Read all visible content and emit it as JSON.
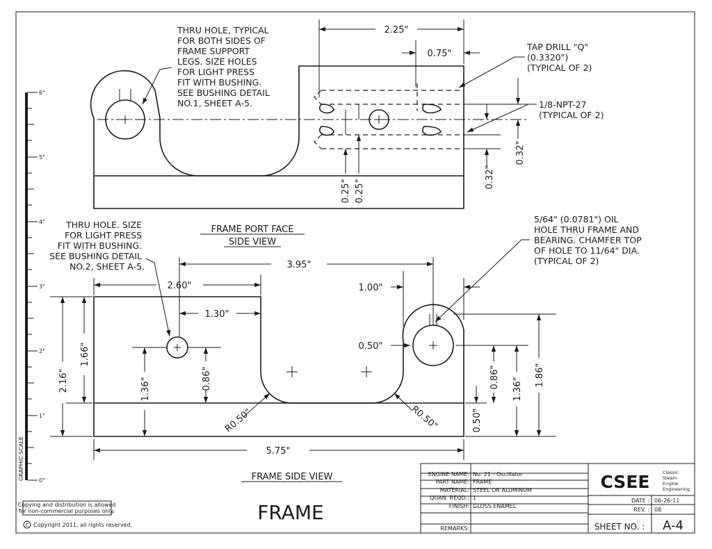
{
  "top_view": {
    "title_line1": "FRAME PORT FACE",
    "title_line2": "SIDE VIEW",
    "note_thru_hole": [
      "THRU HOLE, TYPICAL",
      "FOR BOTH SIDES OF",
      "FRAME SUPPORT",
      "LEGS.  SIZE HOLES",
      "FOR LIGHT PRESS",
      "FIT WITH BUSHING.",
      "SEE BUSHING DETAIL",
      "NO.1, SHEET A-5."
    ],
    "note_tap_drill": [
      "TAP DRILL \"Q\"",
      "(0.3320\")",
      "(TYPICAL OF 2)"
    ],
    "note_npt": [
      "1/8-NPT-27",
      "(TYPICAL OF 2)"
    ],
    "dims": {
      "d225": "2.25\"",
      "d075": "0.75\"",
      "d032a": "0.32\"",
      "d032b": "0.32\"",
      "d025a": "0.25\"",
      "d025b": "0.25\""
    }
  },
  "side_view": {
    "title": "FRAME SIDE VIEW",
    "note_thru_hole": [
      "THRU HOLE.  SIZE",
      "FOR LIGHT PRESS",
      "FIT WITH BUSHING.",
      "SEE BUSHING DETAIL",
      "NO.2, SHEET A-5."
    ],
    "note_oil_hole": [
      "5/64\" (0.0781\") OIL",
      "HOLE THRU FRAME AND",
      "BEARING.  CHAMFER TOP",
      "OF HOLE TO 11/64\" DIA.",
      "(TYPICAL OF 2)"
    ],
    "dims": {
      "d395": "3.95\"",
      "d260": "2.60\"",
      "d130": "1.30\"",
      "d100": "1.00\"",
      "d050h": "0.50\"",
      "d216": "2.16\"",
      "d166": "1.66\"",
      "d136l": "1.36\"",
      "d086l": "0.86\"",
      "d086r": "0.86\"",
      "d136r": "1.36\"",
      "d186": "1.86\"",
      "d050v": "0.50\"",
      "r050a": "R0.50\"",
      "r050b": "R0.50\"",
      "d575": "5.75\""
    }
  },
  "scale": {
    "label": "GRAPHIC SCALE",
    "ticks": [
      "6\"",
      "5\"",
      "4\"",
      "3\"",
      "2\"",
      "1\"",
      "0\""
    ]
  },
  "drawing_title": "FRAME",
  "copy_notice": [
    "Copying and distribution is allowed",
    "for non-commercial purposes only."
  ],
  "copyright": "Copyright 2011, all rights reserved.",
  "copyright_symbol": "C",
  "title_block": {
    "rows": [
      {
        "label": "ENGINE NAME:",
        "value": "No. 21 - Oscillator"
      },
      {
        "label": "PART NAME:",
        "value": "FRAME"
      },
      {
        "label": "MATERIAL:",
        "value": "STEEL OR ALUMINUM"
      },
      {
        "label": "QUAN. REQD.:",
        "value": "1"
      },
      {
        "label": "FINISH:",
        "value": "GLOSS ENAMEL"
      },
      {
        "label": "",
        "value": ""
      },
      {
        "label": "REMARKS:",
        "value": ""
      }
    ],
    "logo": "CSEE",
    "logo_words": [
      "Classic",
      "Steam",
      "Engine",
      "Engineering"
    ],
    "date_label": "DATE :",
    "date_value": "06-26-11",
    "rev_label": "REV. :",
    "rev_value": "08",
    "sheet_label": "SHEET NO. :",
    "sheet_value": "A-4"
  }
}
